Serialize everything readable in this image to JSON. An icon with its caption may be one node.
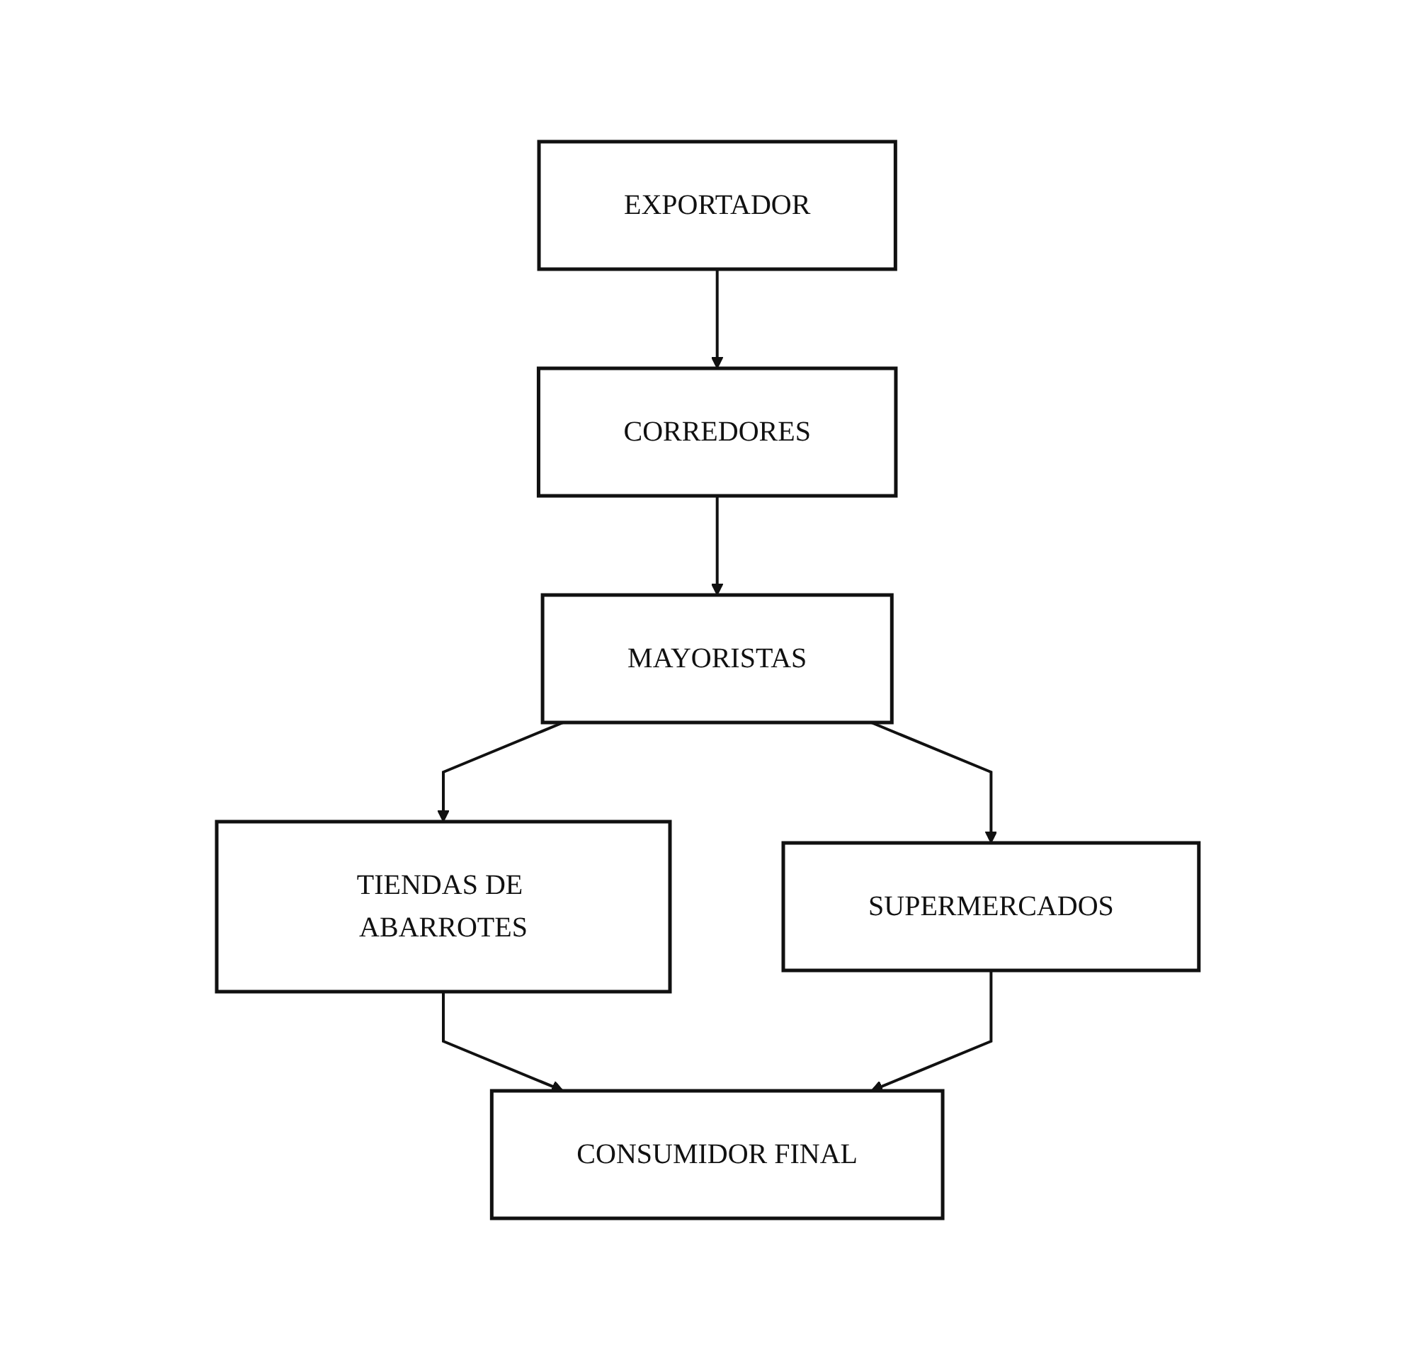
{
  "diagram": {
    "nodes": [
      {
        "text": [
          "EXPORTADOR"
        ]
      },
      {
        "text": [
          "CORREDORES"
        ]
      },
      {
        "text": [
          "MAYORISTAS"
        ]
      },
      {
        "text": [
          "TIENDAS DE ABARROTES"
        ]
      },
      {
        "text": [
          "SUPERMERCADOS"
        ]
      },
      {
        "text": [
          "CONSUMIDOR FINAL"
        ]
      }
    ],
    "edges": [
      {
        "from": 0,
        "to": 1,
        "arrow": "to"
      },
      {
        "from": 1,
        "to": 2,
        "arrow": "to"
      },
      {
        "from": 2,
        "to": 3,
        "arrow": "to"
      },
      {
        "from": 2,
        "to": 4,
        "arrow": "to"
      },
      {
        "from": 3,
        "to": 5,
        "arrow": "to"
      },
      {
        "from": 4,
        "to": 5,
        "arrow": "to"
      }
    ]
  }
}
